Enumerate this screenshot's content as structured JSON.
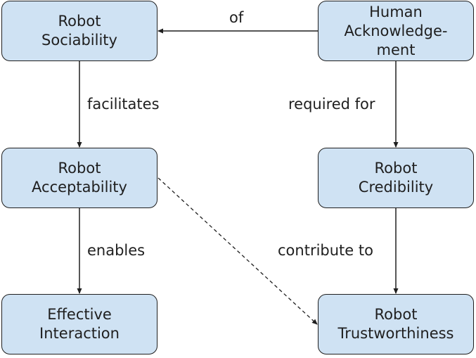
{
  "nodes": {
    "robot_sociability": [
      "Robot",
      "Sociability"
    ],
    "human_acknowledgement": [
      "Human",
      "Acknowledge-",
      "ment"
    ],
    "robot_acceptability": [
      "Robot",
      "Acceptability"
    ],
    "robot_credibility": [
      "Robot",
      "Credibility"
    ],
    "effective_interaction": [
      "Effective",
      "Interaction"
    ],
    "robot_trustworthiness": [
      "Robot",
      "Trustworthiness"
    ]
  },
  "edges": {
    "of": "of",
    "facilitates": "facilitates",
    "required_for": "required for",
    "enables": "enables",
    "contribute_to": "contribute to"
  },
  "colors": {
    "node_fill": "#cfe2f3",
    "stroke": "#1f1f1f",
    "text": "#1f1f1f"
  }
}
